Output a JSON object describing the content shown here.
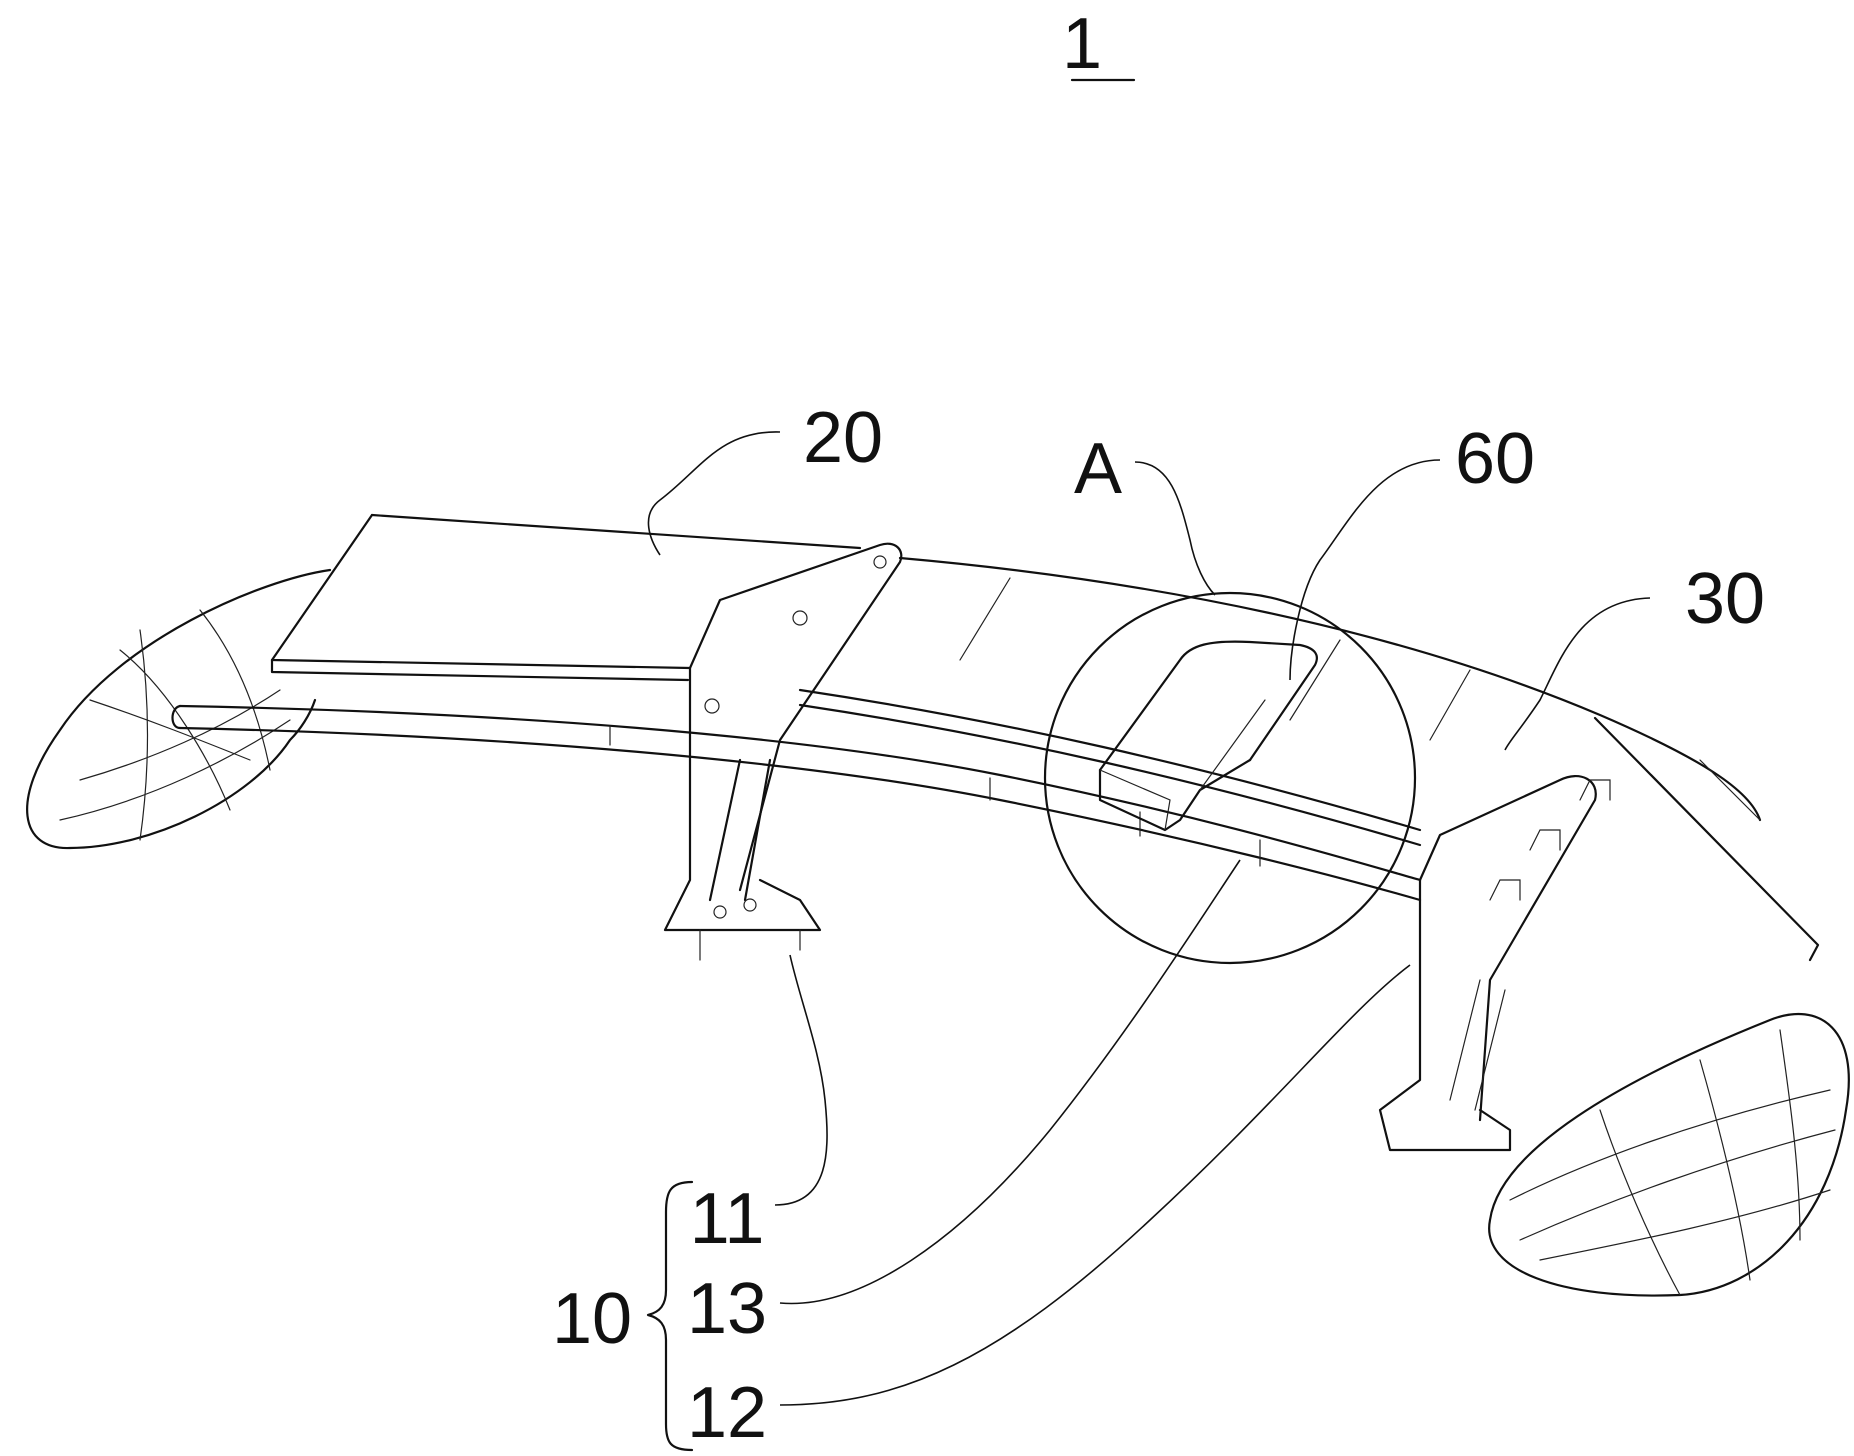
{
  "figure": {
    "figure_number": "1",
    "labels": {
      "wing_20": "20",
      "detail_a": "A",
      "block_60": "60",
      "wing_30": "30",
      "assembly_10": "10",
      "part_11": "11",
      "part_13": "13",
      "part_12": "12"
    }
  },
  "colors": {
    "line": "#111111",
    "background": "#ffffff"
  }
}
